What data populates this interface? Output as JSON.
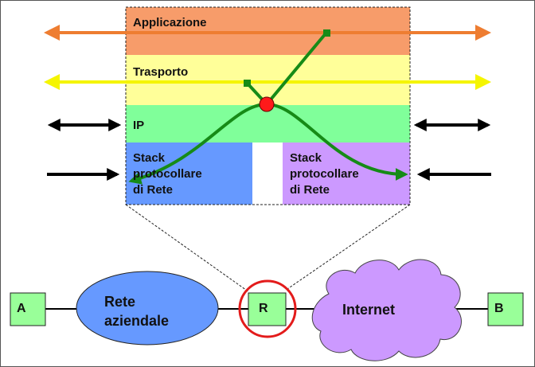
{
  "layers": {
    "application": "Applicazione",
    "transport": "Trasporto",
    "ip": "IP"
  },
  "stacks": {
    "left": [
      "Stack",
      "protocollare",
      "di Rete"
    ],
    "right": [
      "Stack",
      "protocollare",
      "di Rete"
    ]
  },
  "network": {
    "host_a": "A",
    "enterprise_network": [
      "Rete",
      "aziendale"
    ],
    "router": "R",
    "internet": "Internet",
    "host_b": "B"
  },
  "colors": {
    "application_layer": "#f79c6a",
    "transport_layer": "#ffff99",
    "ip_layer": "#80ff9a",
    "left_stack": "#6699ff",
    "right_stack": "#cc99ff",
    "application_arrow": "#ee7d31",
    "transport_arrow": "#f5f500",
    "path_arrow": "#168b17",
    "router_highlight": "#e31b1b",
    "node_fill": "#99ff99",
    "enterprise_network_fill": "#6699ff",
    "internet_cloud_fill": "#cc99ff"
  }
}
